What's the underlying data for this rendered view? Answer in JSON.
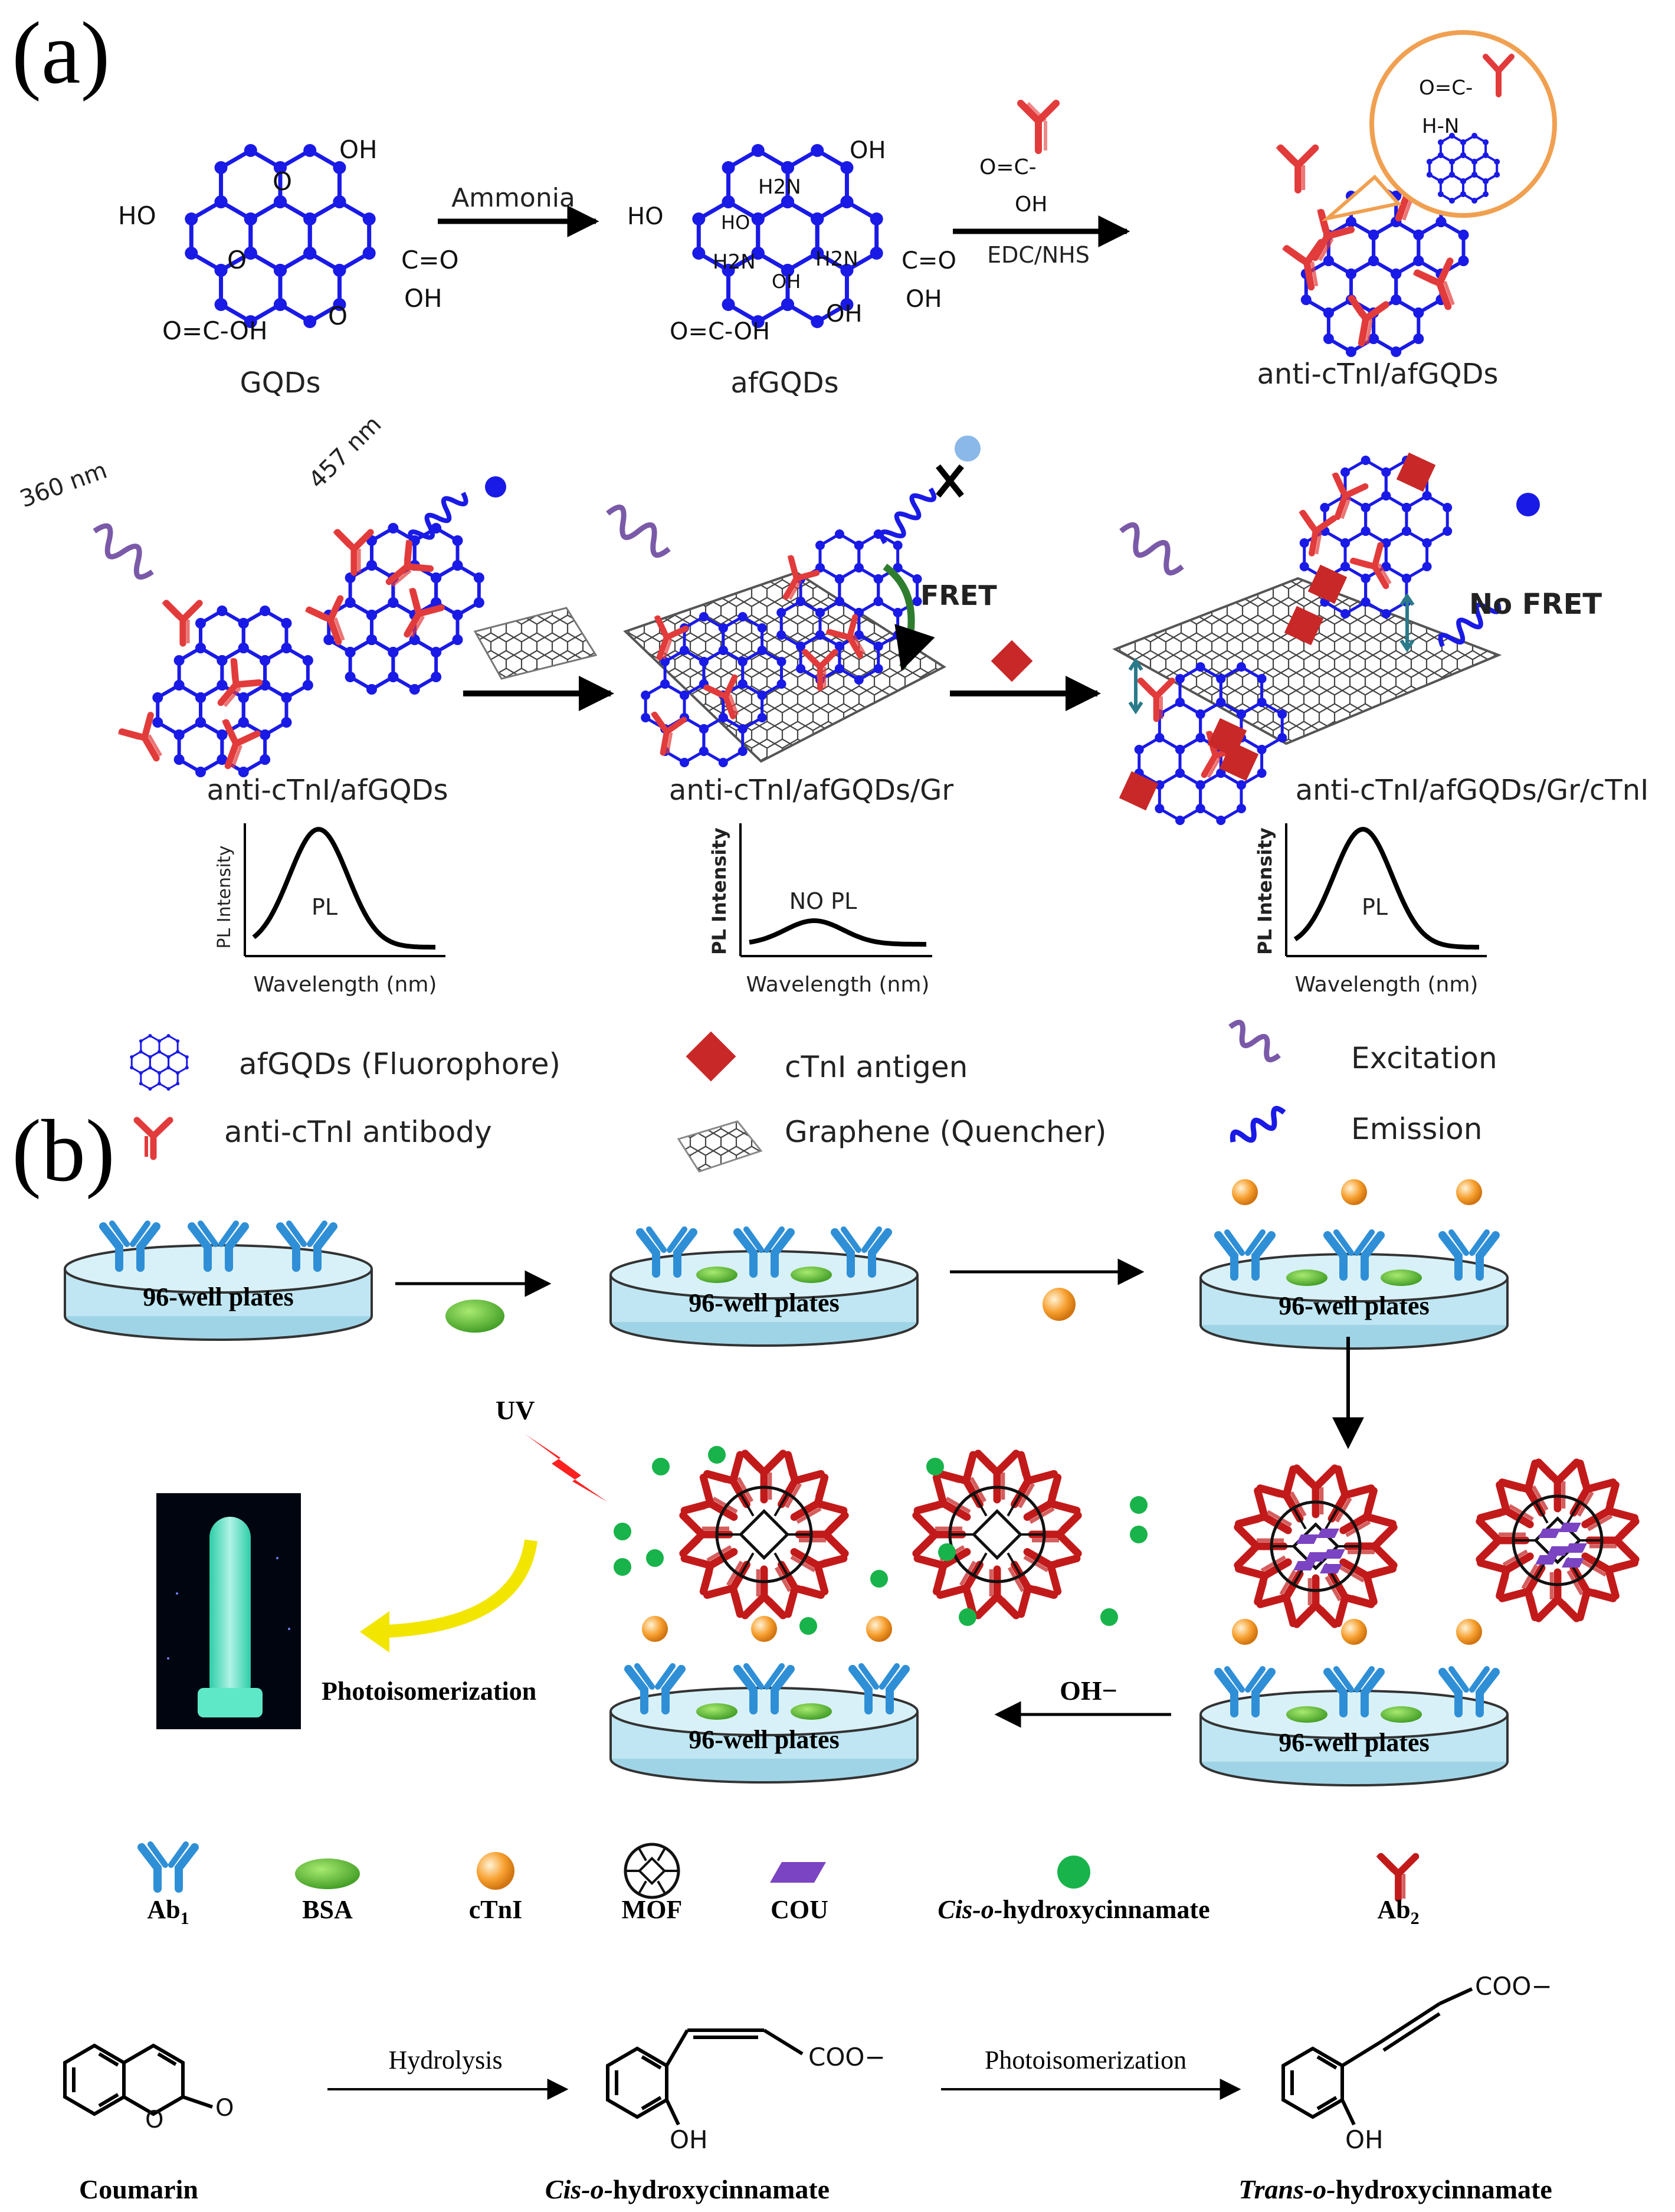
{
  "panels": {
    "a": "(a)",
    "b": "(b)"
  },
  "a_synthesis": {
    "gqds_groups": {
      "ho": "HO",
      "oh": "OH",
      "o1": "O",
      "o2": "O",
      "o3": "O",
      "co": "C=O",
      "co_oh": "OH",
      "cooh": "O=C-OH"
    },
    "gqds_label": "GQDs",
    "arrow1_label": "Ammonia",
    "afgqds_groups": {
      "ho": "HO",
      "oh": "OH",
      "h2n1": "H2N",
      "h2n2": "H2N",
      "h2n3": "H2N",
      "ho2": "HO",
      "oh2": "OH",
      "oh3": "OH",
      "co": "C=O",
      "co_oh": "OH",
      "cooh": "O=C-OH"
    },
    "afgqds_label": "afGQDs",
    "arrow2_reagent_top": "O=C-",
    "arrow2_reagent_oh": "OH",
    "arrow2_label": "EDC/NHS",
    "inset_oc": "O=C-",
    "inset_hn": "H-N",
    "product_label": "anti-cTnI/afGQDs"
  },
  "a_assay": {
    "excite_nm": "360 nm",
    "emit_nm": "457 nm",
    "stage1_label": "anti-cTnI/afGQDs",
    "stage2_label": "anti-cTnI/afGQDs/Gr",
    "stage3_label": "anti-cTnI/afGQDs/Gr/cTnI",
    "fret": "FRET",
    "no_fret": "No FRET",
    "plot_ylabel": "PL Intensity",
    "plot_xlabel": "Wavelength (nm)",
    "plot1_text": "PL",
    "plot2_text": "NO  PL",
    "plot3_text": "PL"
  },
  "a_legend": {
    "afgqds": "afGQDs (Fluorophore)",
    "antibody": "anti-cTnI  antibody",
    "antigen": "cTnI antigen",
    "graphene": "Graphene (Quencher)",
    "excitation": "Excitation",
    "emission": "Emission"
  },
  "b_assay": {
    "plate": "96-well  plates",
    "uv": "UV",
    "photoisomerization": "Photoisomerization",
    "oh": "OH−"
  },
  "b_legend": {
    "ab1": "Ab",
    "ab1_sub": "1",
    "bsa": "BSA",
    "ctni": "cTnI",
    "mof": "MOF",
    "cou": "COU",
    "cis_italic": "Cis-o-",
    "cis_rest": "hydroxycinnamate",
    "ab2": "Ab",
    "ab2_sub": "2"
  },
  "b_reaction": {
    "hydrolysis": "Hydrolysis",
    "photoisomerization": "Photoisomerization",
    "coo1": "COO−",
    "coo2": "COO−",
    "o_ring": "O",
    "o_carbonyl": "O",
    "oh1": "OH",
    "oh2": "OH",
    "coumarin": "Coumarin",
    "cis_italic": "Cis-o-",
    "cis_rest": "hydroxycinnamate",
    "trans_italic": "Trans-o-",
    "trans_rest": "hydroxycinnamate"
  },
  "colors": {
    "gqd_blue": "#1a1ae6",
    "antibody_red": "#e23b3b",
    "ab1_blue": "#2f8fd6",
    "ab2_red": "#c21a1a",
    "plate_fill": "#bfe6f2",
    "bsa_green": "#5cc23a",
    "ctni_orange": "#f7a030",
    "cis_green": "#18b34a",
    "cou_purple": "#7b44c2",
    "antigen_red": "#c82828",
    "excitation_purple": "#7a5aa8",
    "fret_green": "#2e7d2e",
    "uv_red": "#ff2020",
    "photo_yellow": "#f2e600"
  }
}
